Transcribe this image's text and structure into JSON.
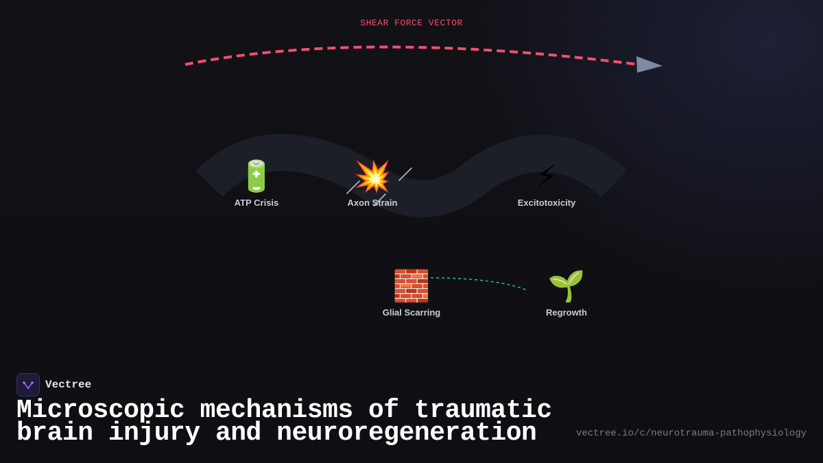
{
  "header": {
    "vector_label": "SHEAR FORCE VECTOR"
  },
  "nodes": [
    {
      "id": "atp",
      "label": "ATP Crisis",
      "icon": "🔋",
      "icon_name": "battery-icon"
    },
    {
      "id": "axon",
      "label": "Axon Strain",
      "icon": "💥",
      "icon_name": "collision-icon"
    },
    {
      "id": "excito",
      "label": "Excitotoxicity",
      "icon": "⚡",
      "icon_name": "lightning-icon"
    },
    {
      "id": "glial",
      "label": "Glial Scarring",
      "icon": "🧱",
      "icon_name": "brick-icon"
    },
    {
      "id": "regrowth",
      "label": "Regrowth",
      "icon": "🌱",
      "icon_name": "seedling-icon"
    }
  ],
  "footer": {
    "brand_name": "Vectree",
    "title": "Microscopic mechanisms of traumatic brain injury and neuroregeneration",
    "url": "vectree.io/c/neurotrauma-pathophysiology"
  },
  "colors": {
    "background": "#0f0f14",
    "shear_vector": "#f0506e",
    "arrowhead": "#7d8aa3",
    "axon_path": "#1c1f28",
    "regrowth_link": "#1fbf8f",
    "brand_accent": "#9b5de5"
  }
}
